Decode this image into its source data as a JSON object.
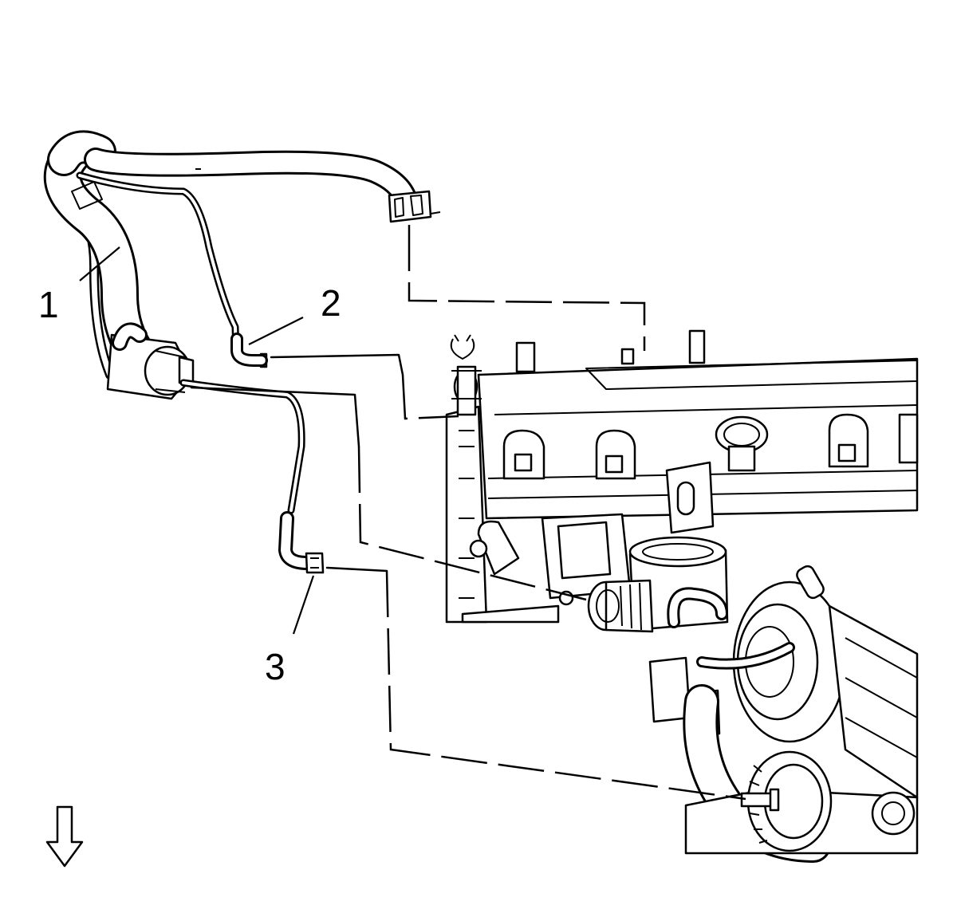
{
  "diagram": {
    "callouts": [
      {
        "id": "1",
        "label": "1"
      },
      {
        "id": "2",
        "label": "2"
      },
      {
        "id": "3",
        "label": "3"
      }
    ],
    "orientation_arrow": "down-arrow-icon"
  }
}
